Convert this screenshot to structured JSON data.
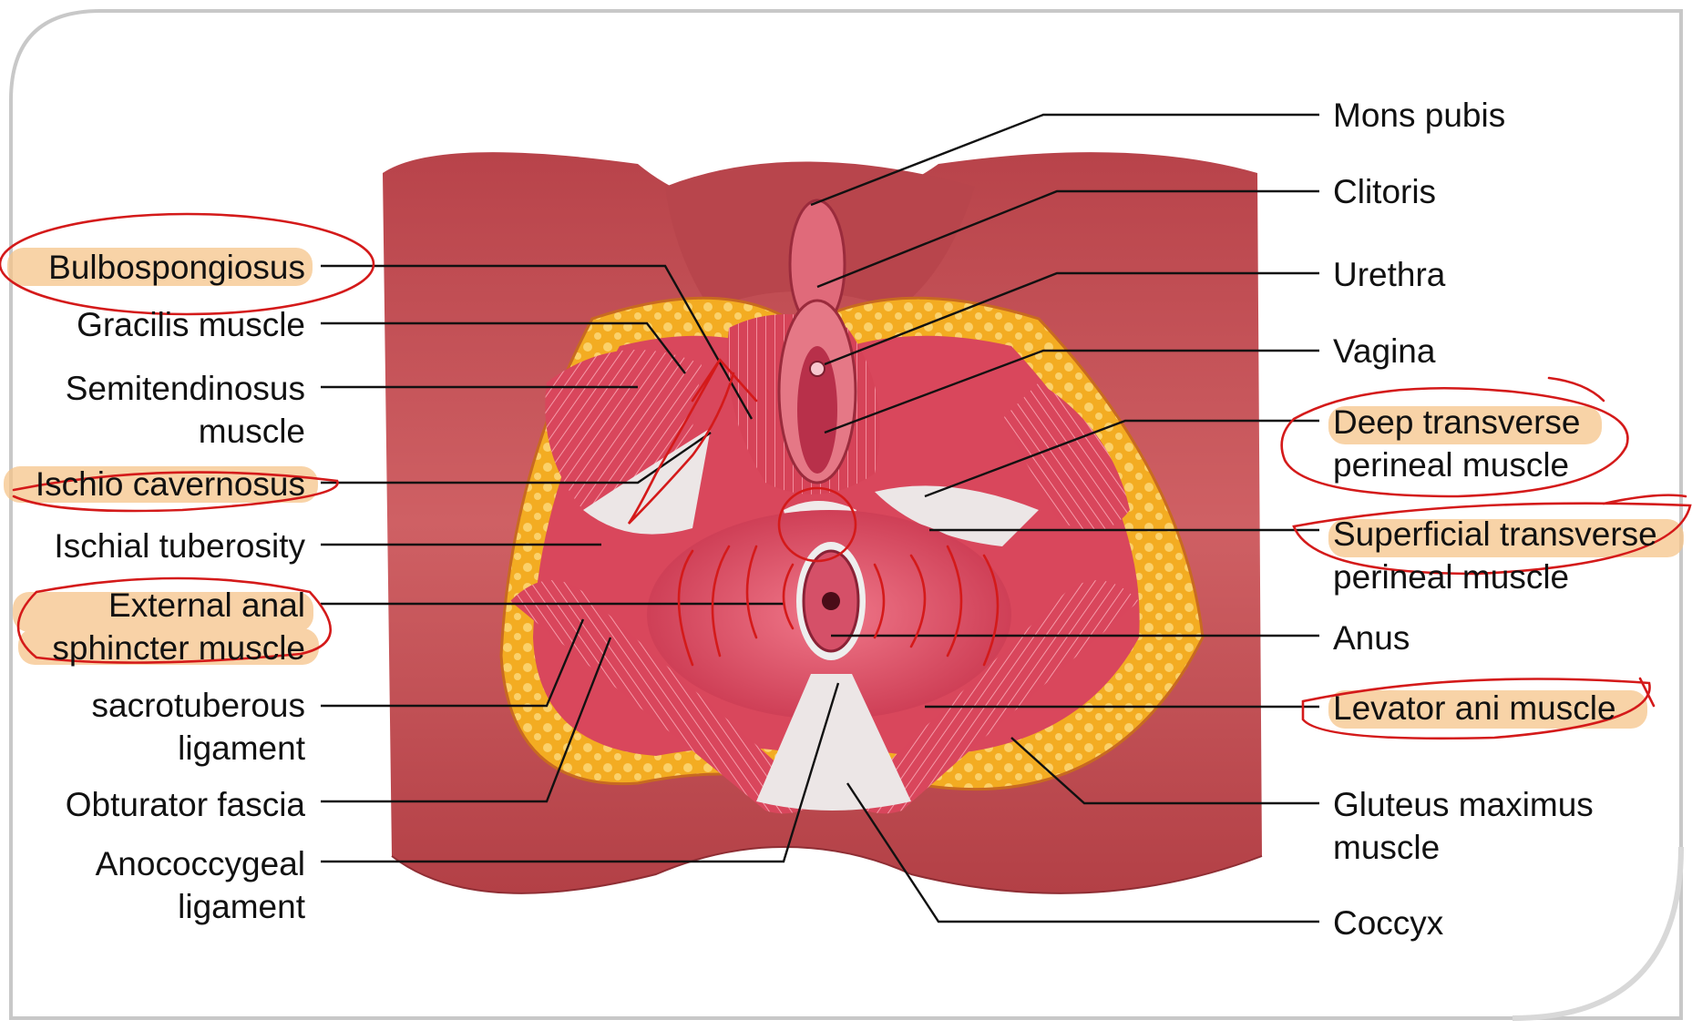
{
  "diagram": {
    "left_labels": [
      {
        "id": "bulbospongiosus",
        "lines": [
          "Bulbospongiosus"
        ],
        "highlighted": true
      },
      {
        "id": "gracilis",
        "lines": [
          "Gracilis muscle"
        ],
        "highlighted": false
      },
      {
        "id": "semitendinosus",
        "lines": [
          "Semitendinosus",
          "muscle"
        ],
        "highlighted": false
      },
      {
        "id": "ischiocavernosus",
        "lines": [
          "Ischio cavernosus"
        ],
        "highlighted": true
      },
      {
        "id": "ischial-tuberosity",
        "lines": [
          "Ischial tuberosity"
        ],
        "highlighted": false
      },
      {
        "id": "external-anal-sphincter",
        "lines": [
          "External anal",
          "sphincter muscle"
        ],
        "highlighted": true
      },
      {
        "id": "sacrotuberous",
        "lines": [
          "sacrotuberous",
          "ligament"
        ],
        "highlighted": false
      },
      {
        "id": "obturator-fascia",
        "lines": [
          "Obturator fascia"
        ],
        "highlighted": false
      },
      {
        "id": "anococcygeal",
        "lines": [
          "Anococcygeal",
          "ligament"
        ],
        "highlighted": false
      }
    ],
    "right_labels": [
      {
        "id": "mons-pubis",
        "lines": [
          "Mons pubis"
        ],
        "highlighted": false
      },
      {
        "id": "clitoris",
        "lines": [
          "Clitoris"
        ],
        "highlighted": false
      },
      {
        "id": "urethra",
        "lines": [
          "Urethra"
        ],
        "highlighted": false
      },
      {
        "id": "vagina",
        "lines": [
          "Vagina"
        ],
        "highlighted": false
      },
      {
        "id": "deep-transverse",
        "lines": [
          "Deep transverse",
          "perineal muscle"
        ],
        "highlighted": true
      },
      {
        "id": "superficial-transverse",
        "lines": [
          "Superficial transverse",
          "perineal muscle"
        ],
        "highlighted": true
      },
      {
        "id": "anus",
        "lines": [
          "Anus"
        ],
        "highlighted": false
      },
      {
        "id": "levator-ani",
        "lines": [
          "Levator ani muscle"
        ],
        "highlighted": true
      },
      {
        "id": "gluteus-maximus",
        "lines": [
          "Gluteus maximus",
          "muscle"
        ],
        "highlighted": false
      },
      {
        "id": "coccyx",
        "lines": [
          "Coccyx"
        ],
        "highlighted": false
      }
    ],
    "colors": {
      "skin": "#c9555a",
      "skin_dark": "#a33a40",
      "fat": "#f5b52e",
      "muscle": "#d8455a",
      "muscle_light": "#f07a8a",
      "tendon": "#e9e4e4",
      "highlight": "#f6c48a",
      "ink": "#d01818",
      "leader": "#111111"
    }
  }
}
